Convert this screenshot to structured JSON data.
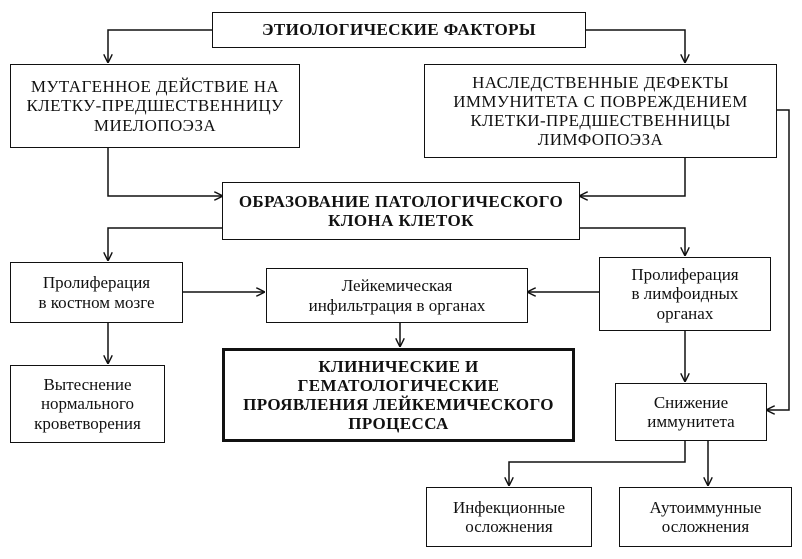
{
  "nodes": {
    "etiology": "ЭТИОЛОГИЧЕСКИЕ ФАКТОРЫ",
    "mutagenic": "МУТАГЕННОЕ ДЕЙСТВИЕ НА\nКЛЕТКУ-ПРЕДШЕСТВЕННИЦУ\nМИЕЛОПОЭЗА",
    "hereditary": "НАСЛЕДСТВЕННЫЕ ДЕФЕКТЫ\nИММУНИТЕТА С ПОВРЕЖДЕНИЕМ\nКЛЕТКИ-ПРЕДШЕСТВЕННИЦЫ\nЛИМФОПОЭЗА",
    "clone": "ОБРАЗОВАНИЕ ПАТОЛОГИЧЕСКОГО\nКЛОНА КЛЕТОК",
    "prolif_bone": "Пролиферация\nв костном мозге",
    "infiltration": "Лейкемическая\nинфильтрация в органах",
    "prolif_lymph": "Пролиферация\nв лимфоидных\nорганах",
    "displacement": "Вытеснение\nнормального\nкроветворения",
    "clinical": "КЛИНИЧЕСКИЕ И\nГЕМАТОЛОГИЧЕСКИЕ\nПРОЯВЛЕНИЯ ЛЕЙКЕМИЧЕСКОГО\nПРОЦЕССА",
    "immunity": "Снижение\nиммунитета",
    "infectious": "Инфекционные\nосложнения",
    "autoimmune": "Аутоиммунные\nосложнения"
  }
}
